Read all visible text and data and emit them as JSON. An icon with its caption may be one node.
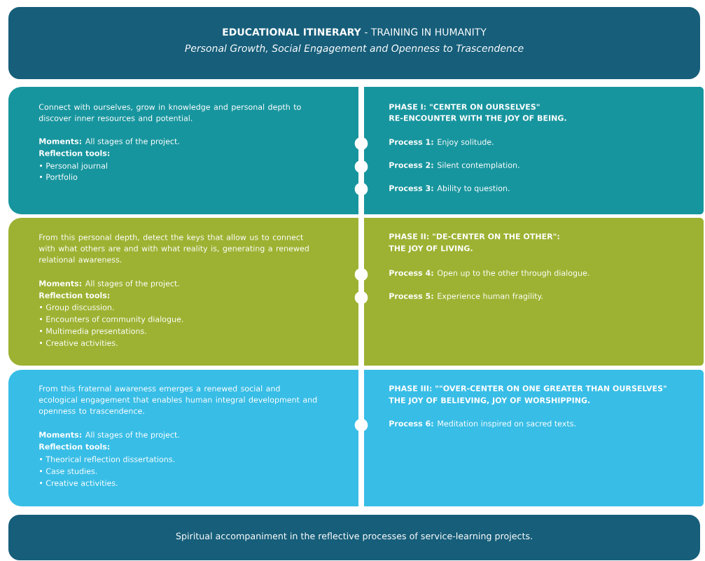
{
  "diagram": {
    "nodes": [
      {
        "text": [
          "**EDUCATIONAL ITINERARY** - TRAINING IN HUMANITY",
          "Personal Growth, Social Engagement and Openness to Trascendence"
        ]
      },
      {
        "text": [
          "Connect with ourselves, grow in knowledge and personal depth to discover inner resources and potential.",
          "**Moments:** All stages of the project.",
          "Reflection tools:",
          "• Personal journal",
          "• Portfolio"
        ]
      },
      {
        "text": [
          "PHASE I: \"CENTER ON OURSELVES\"",
          "RE-ENCOUNTER WITH THE JOY OF BEING.",
          "**Process 1:** Enjoy solitude.",
          "**Process 2:** Silent contemplation.",
          "**Process 3:** Ability to question."
        ]
      },
      {
        "text": [
          "From this personal depth, detect the keys that allow us to connect with what others are and with what reality is, generating a renewed relational awareness.",
          "**Moments:** All stages of the project.",
          "Reflection tools:",
          "• Group discussion.",
          "• Encounters of community dialogue.",
          "• Multimedia presentations.",
          "• Creative activities."
        ]
      },
      {
        "text": [
          "PHASE II: \"DE-CENTER ON THE OTHER\":",
          "THE JOY OF LIVING.",
          "**Process 4:** Open up to the other through dialogue.",
          "**Process 5:** Experience human fragility."
        ]
      },
      {
        "text": [
          "From this fraternal awareness emerges a renewed social and ecological engagement that enables human integral development and openness to trascendence.",
          "**Moments:** All stages of the project.",
          "Reflection tools:",
          "• Theorical reflection dissertations.",
          "• Case studies.",
          "• Creative activities."
        ]
      },
      {
        "text": [
          "PHASE III: \"\"OVER-CENTER ON ONE GREATER THAN OURSELVES\"",
          "THE JOY OF BELIEVING, JOY OF WORSHIPPING.",
          "**Process 6:** Meditation inspired on sacred texts."
        ]
      },
      {
        "text": [
          "Spiritual accompaniment in the reflective processes of service-learning projects."
        ]
      }
    ]
  }
}
